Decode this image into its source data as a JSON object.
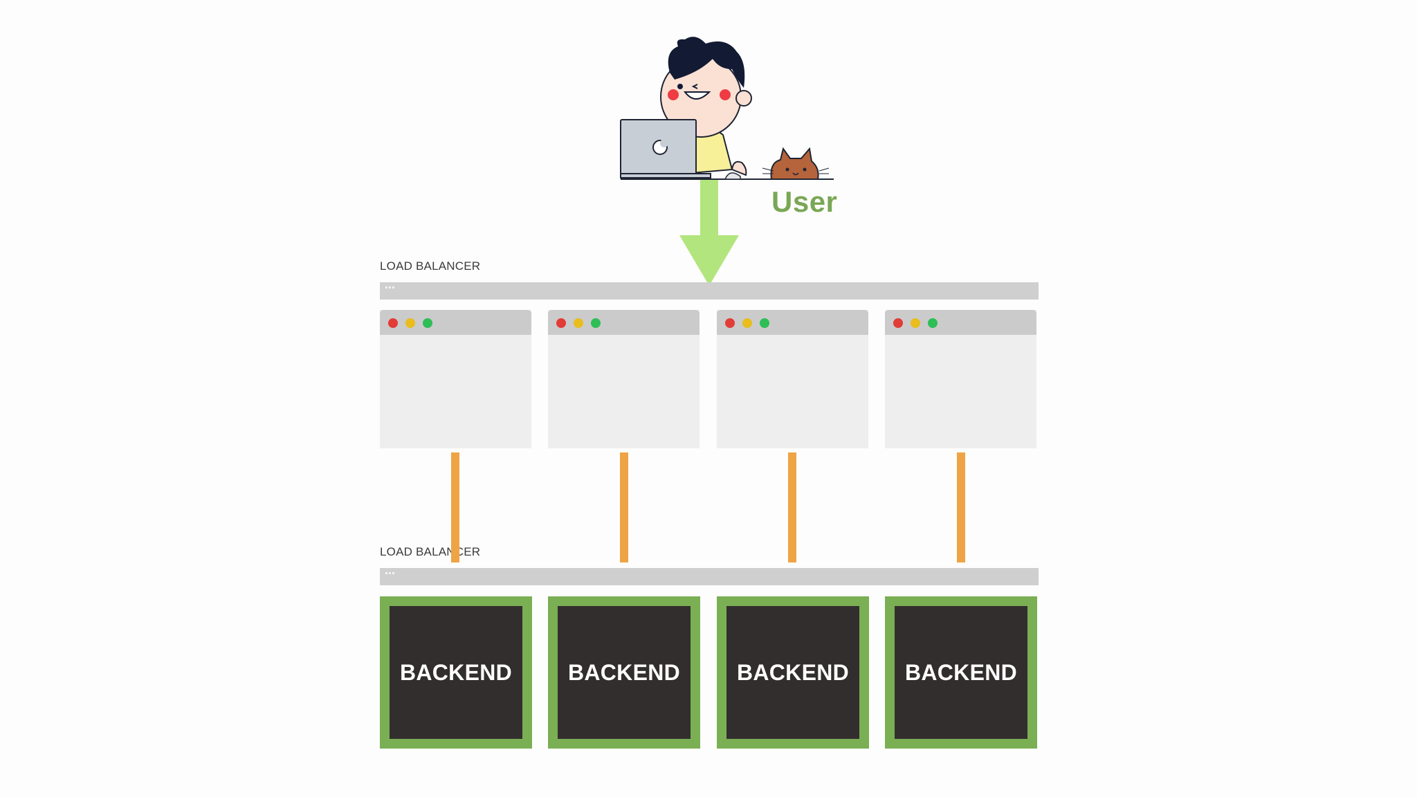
{
  "user": {
    "label": "User"
  },
  "load_balancers": [
    {
      "label": "LOAD BALANCER"
    },
    {
      "label": "LOAD BALANCER"
    }
  ],
  "frontends": [
    {
      "id": "frontend-1"
    },
    {
      "id": "frontend-2"
    },
    {
      "id": "frontend-3"
    },
    {
      "id": "frontend-4"
    }
  ],
  "backends": [
    {
      "label": "BACKEND"
    },
    {
      "label": "BACKEND"
    },
    {
      "label": "BACKEND"
    },
    {
      "label": "BACKEND"
    }
  ],
  "colors": {
    "user_label": "#7aa756",
    "arrow": "#b3e57e",
    "connector": "#eea444",
    "backend_border": "#7aaf54",
    "backend_fill": "#332e2e",
    "traffic_red": "#e23c37",
    "traffic_yellow": "#e8bd1d",
    "traffic_green": "#2dbe55"
  }
}
